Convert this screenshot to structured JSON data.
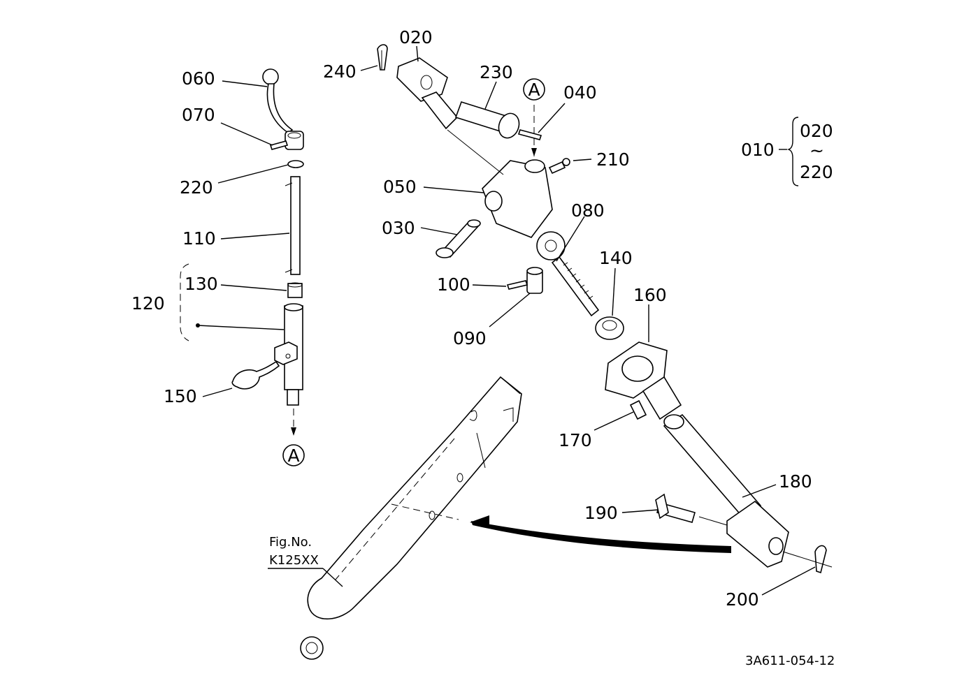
{
  "callouts": {
    "c020": "020",
    "c240": "240",
    "c230": "230",
    "c040": "040",
    "c060": "060",
    "c070": "070",
    "c220": "220",
    "c110": "110",
    "c120": "120",
    "c130": "130",
    "c150": "150",
    "c050": "050",
    "c030": "030",
    "c210": "210",
    "c080": "080",
    "c140": "140",
    "c100": "100",
    "c090": "090",
    "c160": "160",
    "c170": "170",
    "c180": "180",
    "c190": "190",
    "c200": "200"
  },
  "assembly": {
    "parent": "010",
    "range_from": "020",
    "range_sep": "~",
    "range_to": "220"
  },
  "ref_marks": {
    "top": "A",
    "bottom": "A"
  },
  "figure": {
    "line1": "Fig.No.",
    "line2": "K125XX"
  },
  "drawing_code": "3A611-054-12"
}
